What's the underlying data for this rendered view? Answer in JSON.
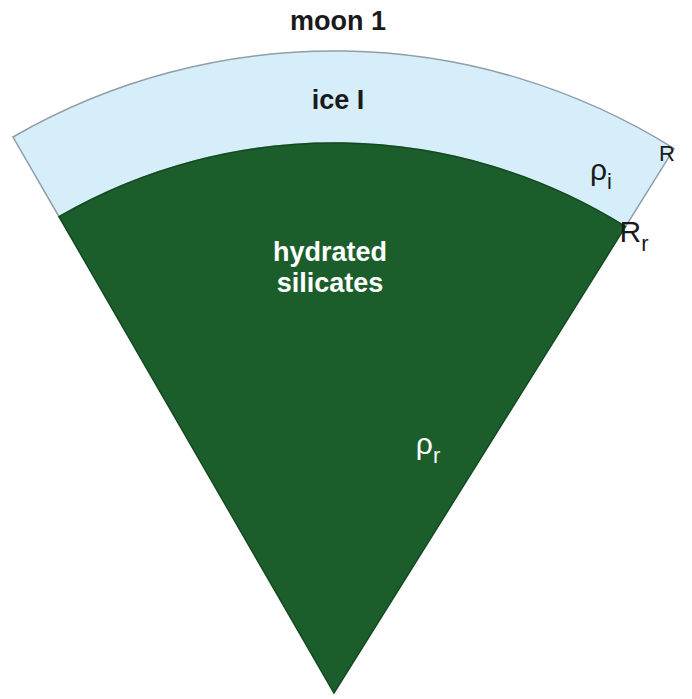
{
  "diagram": {
    "title": "moon 1",
    "nodes": [
      {
        "text": [
          "ice I",
          "ρi"
        ]
      },
      {
        "text": [
          "hydrated silicates",
          "ρr"
        ]
      }
    ],
    "labels": [
      "R",
      "Rr"
    ]
  }
}
